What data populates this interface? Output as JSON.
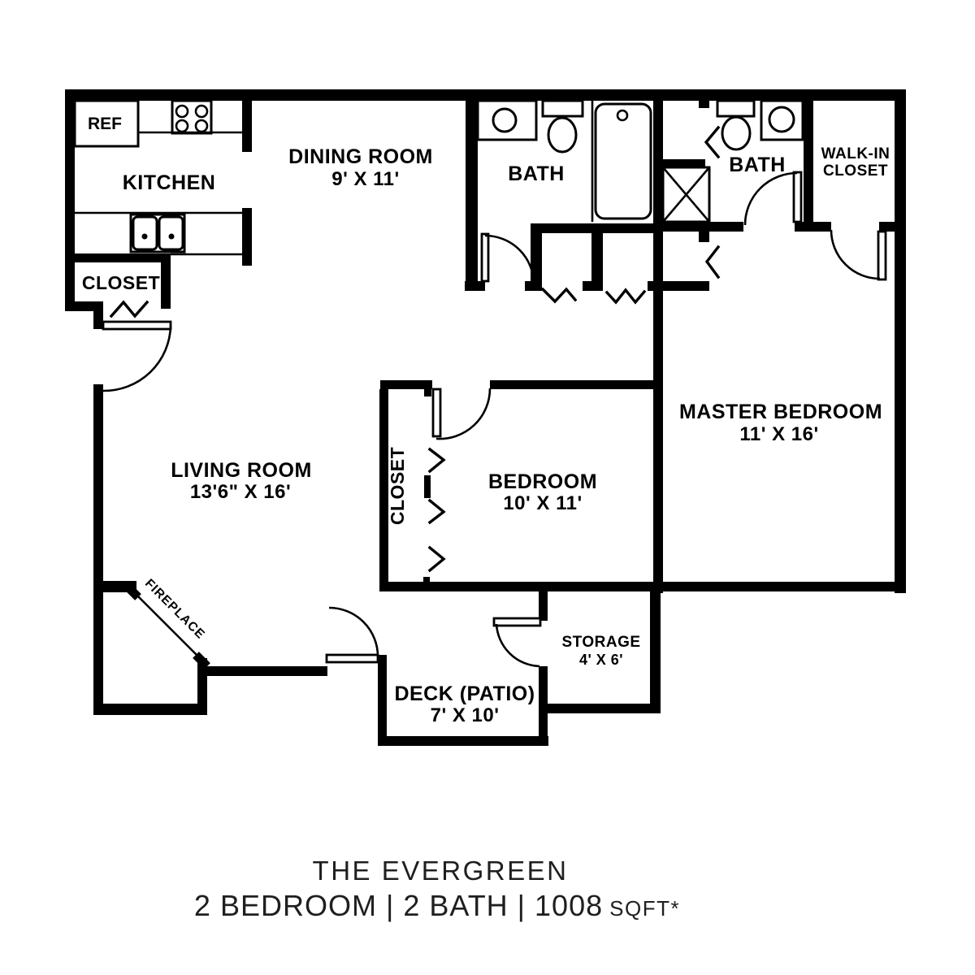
{
  "title": {
    "plan_name": "THE EVERGREEN",
    "specs_main": "2 BEDROOM | 2 BATH | 1008",
    "specs_unit": "SQFT*"
  },
  "rooms": {
    "kitchen": {
      "name": "KITCHEN"
    },
    "dining_room": {
      "name": "DINING ROOM",
      "dims": "9' X 11'"
    },
    "bath_main": {
      "name": "BATH"
    },
    "bath_master": {
      "name": "BATH"
    },
    "walk_in_closet": {
      "line1": "WALK-IN",
      "line2": "CLOSET"
    },
    "entry_closet": {
      "name": "CLOSET"
    },
    "living_room": {
      "name": "LIVING ROOM",
      "dims": "13'6\" X 16'"
    },
    "bedroom": {
      "name": "BEDROOM",
      "dims": "10' X 11'"
    },
    "bedroom_closet": {
      "name": "CLOSET"
    },
    "master_bedroom": {
      "name": "MASTER BEDROOM",
      "dims": "11' X 16'"
    },
    "deck": {
      "name": "DECK (PATIO)",
      "dims": "7' X 10'"
    },
    "storage": {
      "name": "STORAGE",
      "dims": "4' X 6'"
    },
    "fireplace": {
      "name": "FIREPLACE"
    },
    "refrigerator": {
      "name": "REF"
    }
  },
  "colors": {
    "walls": "#000000",
    "background": "#ffffff",
    "labels": "#000000",
    "title_text": "#1f1f1f"
  }
}
